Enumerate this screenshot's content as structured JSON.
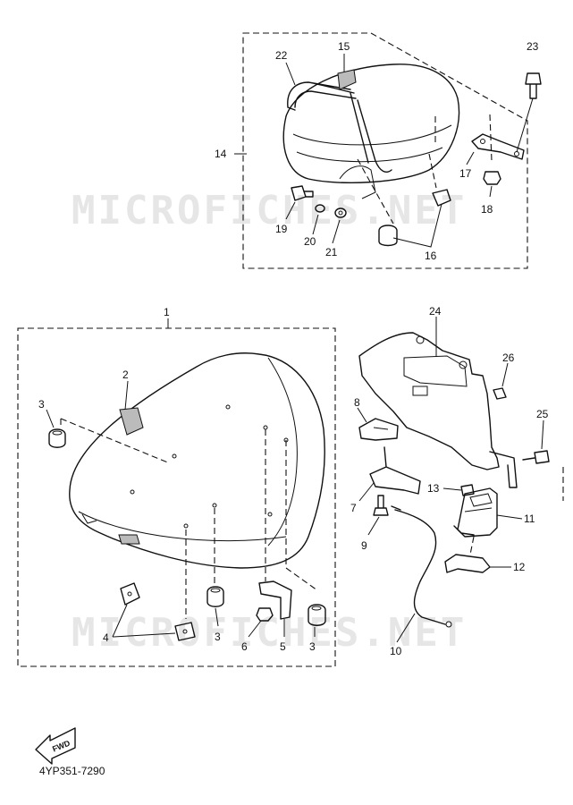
{
  "watermark": "MICROFICHES.NET",
  "drawing_code": "4YP351-7290",
  "direction_label": "FWD",
  "callouts": [
    "1",
    "2",
    "3",
    "4",
    "5",
    "6",
    "7",
    "8",
    "9",
    "10",
    "11",
    "12",
    "13",
    "14",
    "15",
    "16",
    "17",
    "18",
    "19",
    "20",
    "21",
    "22",
    "23",
    "24",
    "25",
    "26"
  ]
}
